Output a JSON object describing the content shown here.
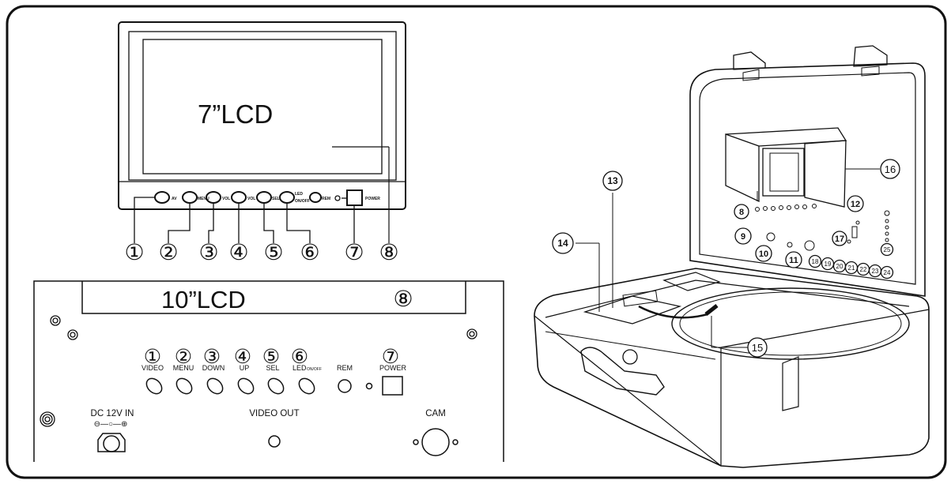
{
  "lcd7": {
    "screen_label": "7”LCD",
    "button_marks": [
      "AV",
      "MENU",
      "VOL",
      "VOL",
      "SEL",
      "LED",
      "ON/OFF",
      "REM",
      "POWER"
    ],
    "callouts": [
      "①",
      "②",
      "③",
      "④",
      "⑤",
      "⑥",
      "⑦",
      "⑧"
    ]
  },
  "lcd10": {
    "screen_label": "10”LCD",
    "screen_callout": "⑧",
    "buttons": [
      {
        "num": "①",
        "label": "VIDEO"
      },
      {
        "num": "②",
        "label": "MENU"
      },
      {
        "num": "③",
        "label": "DOWN"
      },
      {
        "num": "④",
        "label": "UP"
      },
      {
        "num": "⑤",
        "label": "SEL"
      },
      {
        "num": "⑥",
        "label": "LED",
        "sub": "ON/OFF"
      },
      {
        "num": "",
        "label": "REM"
      },
      {
        "num": "⑦",
        "label": "POWER"
      }
    ],
    "dc_label": "DC 12V IN",
    "dc_polarity": "⊖—○—⊕",
    "video_out": "VIDEO OUT",
    "cam": "CAM"
  },
  "case": {
    "callouts": [
      "8",
      "9",
      "10",
      "11",
      "12",
      "13",
      "14",
      "15",
      "16",
      "17",
      "18",
      "19",
      "20",
      "21",
      "22",
      "23",
      "24",
      "25"
    ]
  }
}
